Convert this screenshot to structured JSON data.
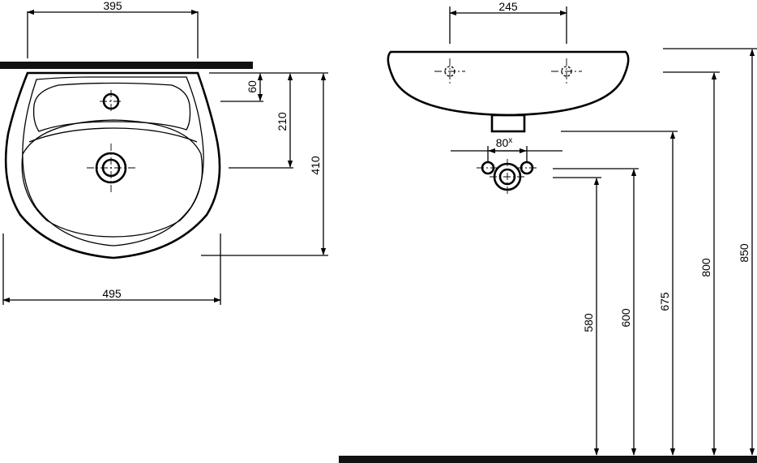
{
  "top_view": {
    "dim_overall_width": "395",
    "dim_hole_offset": "60",
    "dim_drain_offset": "210",
    "dim_depth": "410",
    "dim_bowl_width": "495"
  },
  "side_view": {
    "dim_tap_spacing": "245",
    "dim_waste_spacing": "80",
    "dim_waste_marker": "x",
    "dim_height_580": "580",
    "dim_height_600": "600",
    "dim_height_675": "675",
    "dim_height_800": "800",
    "dim_height_850": "850"
  }
}
